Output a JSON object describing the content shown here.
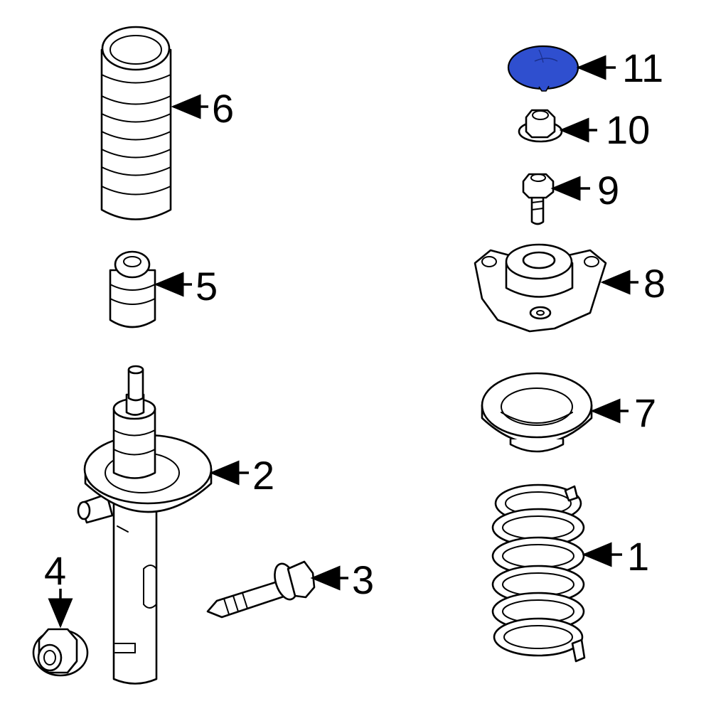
{
  "diagram": {
    "highlight_color": "#2f4fcf",
    "callouts": [
      "1",
      "2",
      "3",
      "4",
      "5",
      "6",
      "7",
      "8",
      "9",
      "10",
      "11"
    ],
    "highlighted_part": "11"
  }
}
